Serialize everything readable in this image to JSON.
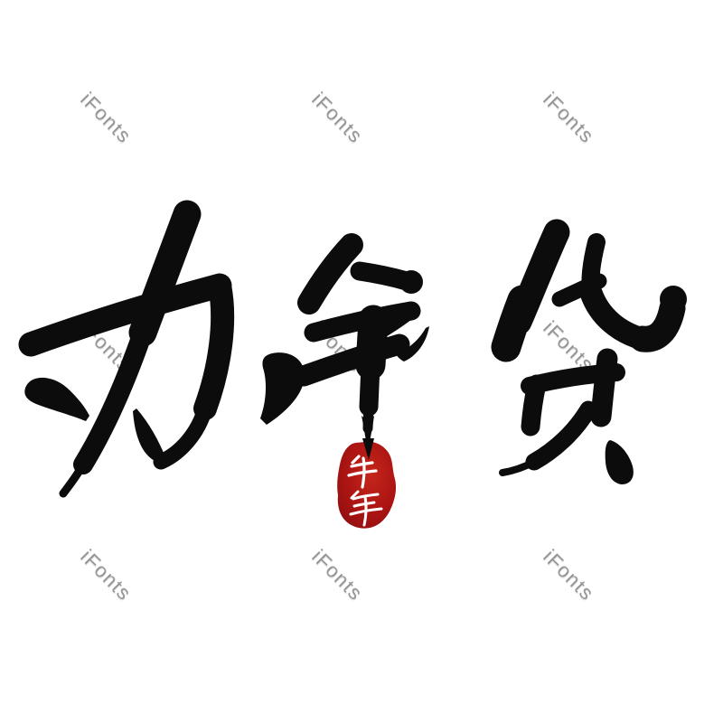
{
  "artwork": {
    "text": "办年货",
    "description": "Chinese brush calligraphy: Ban Nian Huo (stock up for New Year)",
    "ink_color": "#0c0c0c",
    "characters": [
      {
        "char": "办",
        "label": "char-ban"
      },
      {
        "char": "年",
        "label": "char-nian"
      },
      {
        "char": "货",
        "label": "char-huo"
      }
    ]
  },
  "seal": {
    "text": "牛年",
    "description": "red seal stamp: Year of the Ox",
    "red_light": "#c5261b",
    "red_mid": "#a81312",
    "red_dark": "#8f0f10",
    "text_color": "#ffffff"
  },
  "watermark": {
    "text": "iFonts",
    "color": "#7a7a7a"
  }
}
